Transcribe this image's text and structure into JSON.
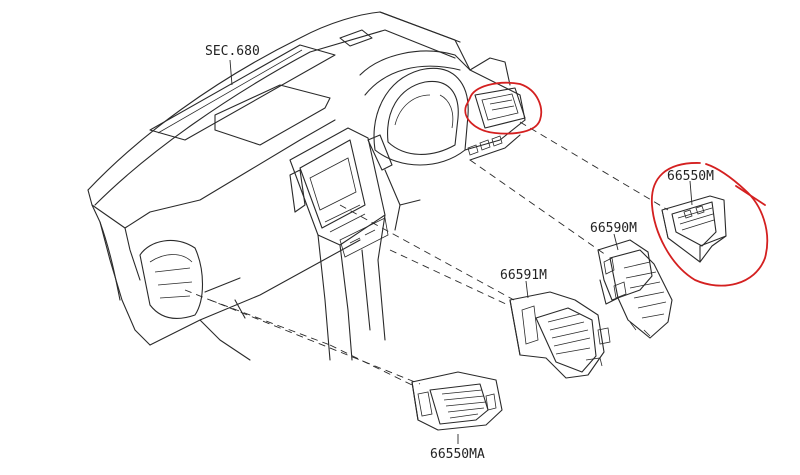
{
  "diagram": {
    "labels": {
      "sec": "SEC.680",
      "part_66550m": "66550M",
      "part_66590m": "66590M",
      "part_66591m": "66591M",
      "part_66550ma": "66550MA"
    },
    "markup_color": "#d42020",
    "line_color": "#2a2a2a"
  }
}
